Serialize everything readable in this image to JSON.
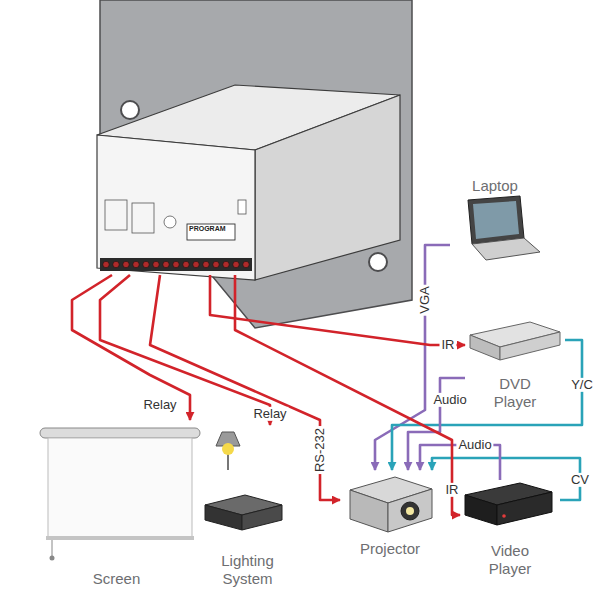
{
  "diagram": {
    "nodes": [
      {
        "text": [
          "PROGRAM"
        ]
      },
      {
        "text": [
          "Laptop"
        ]
      },
      {
        "text": [
          "DVD Player"
        ]
      },
      {
        "text": [
          "Projector"
        ]
      },
      {
        "text": [
          "Video Player"
        ]
      },
      {
        "text": [
          "Screen"
        ]
      },
      {
        "text": [
          "Lighting System"
        ]
      }
    ],
    "edges": [
      {
        "from": 1,
        "to": 3,
        "label": "VGA",
        "arrow": "to"
      },
      {
        "from": 2,
        "to": 3,
        "label": "Y/C",
        "arrow": "to"
      },
      {
        "from": 2,
        "to": 3,
        "label": "Audio",
        "arrow": "to"
      },
      {
        "from": 0,
        "to": 2,
        "label": "IR",
        "arrow": "to"
      },
      {
        "from": 4,
        "to": 3,
        "label": "CV",
        "arrow": "to"
      },
      {
        "from": 4,
        "to": 3,
        "label": "Audio",
        "arrow": "to"
      },
      {
        "from": 0,
        "to": 4,
        "label": "IR",
        "arrow": "to"
      },
      {
        "from": 0,
        "to": 3,
        "label": "RS-232",
        "arrow": "to"
      },
      {
        "from": 0,
        "to": 5,
        "label": "Relay",
        "arrow": "to"
      },
      {
        "from": 0,
        "to": 6,
        "label": "Relay",
        "arrow": "to"
      }
    ]
  }
}
